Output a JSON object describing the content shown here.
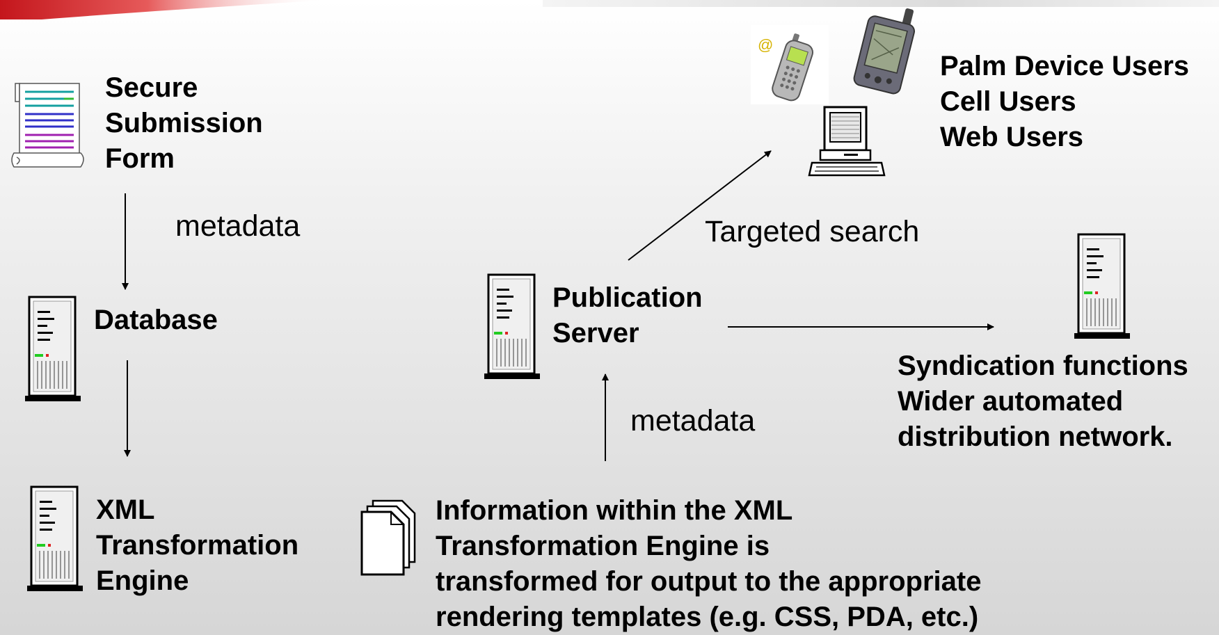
{
  "nodes": {
    "submission_form": {
      "lines": [
        "Secure",
        "Submission",
        "Form"
      ]
    },
    "database": {
      "label": "Database"
    },
    "xml_engine": {
      "lines": [
        "XML",
        "Transformation",
        "Engine"
      ]
    },
    "publication_server": {
      "lines": [
        "Publication",
        "Server"
      ]
    },
    "users": {
      "lines": [
        "Palm Device Users",
        "Cell Users",
        "Web Users"
      ]
    },
    "syndication": {
      "lines": [
        "Syndication functions",
        "Wider automated",
        "distribution network."
      ]
    },
    "information_note": {
      "lines": [
        "Information within the XML",
        "Transformation Engine is",
        "transformed for output to the appropriate",
        "rendering templates (e.g. CSS, PDA, etc.)"
      ]
    }
  },
  "edges": {
    "form_to_database": {
      "label": "metadata"
    },
    "information_to_publication": {
      "label": "metadata"
    },
    "publication_to_users": {
      "label": "Targeted search"
    }
  },
  "icons": [
    "form-scroll-icon",
    "server-icon",
    "document-stack-icon",
    "cell-phone-icon",
    "palm-device-icon",
    "computer-icon"
  ],
  "colors": {
    "arrow": "#000000",
    "server_led_green": "#22cc22",
    "server_led_red": "#dd2222"
  }
}
